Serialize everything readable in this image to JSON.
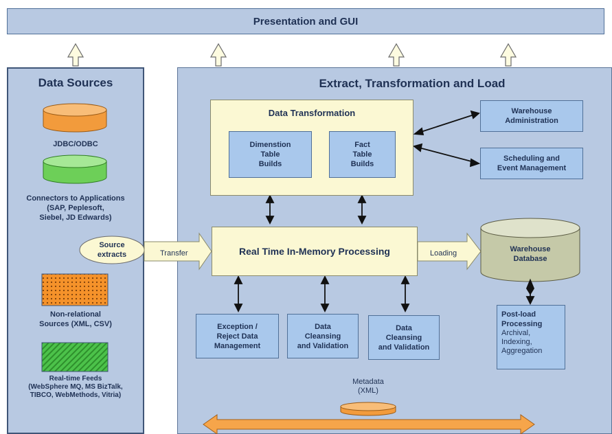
{
  "presentation": {
    "title": "Presentation and GUI"
  },
  "data_sources": {
    "title": "Data Sources",
    "jdbc": "JDBC/ODBC",
    "connectors": [
      "Connectors to Applications",
      "(SAP, Peplesoft,",
      "Siebel, JD Edwards)"
    ],
    "source_extracts": [
      "Source",
      "extracts"
    ],
    "nonrelational": [
      "Non-relational",
      "Sources (XML, CSV)"
    ],
    "realtime": [
      "Real-time Feeds",
      "(WebSphere MQ, MS BizTalk,",
      "TIBCO, WebMethods, Vitria)"
    ]
  },
  "etl": {
    "title": "Extract, Transformation and Load",
    "transfer_label": "Transfer",
    "loading_label": "Loading",
    "data_transformation": {
      "title": "Data Transformation",
      "dimension": [
        "Dimenstion",
        "Table",
        "Builds"
      ],
      "fact": [
        "Fact",
        "Table",
        "Builds"
      ]
    },
    "warehouse_admin": [
      "Warehouse",
      "Administration"
    ],
    "scheduling": [
      "Scheduling and",
      "Event Management"
    ],
    "real_time": "Real Time In-Memory Processing",
    "warehouse_db": [
      "Warehouse",
      "Database"
    ],
    "exception": [
      "Exception /",
      "Reject Data",
      "Management"
    ],
    "cleansing_1": [
      "Data",
      "Cleansing",
      "and Validation"
    ],
    "cleansing_2": [
      "Data",
      "Cleansing",
      "and Validation"
    ],
    "postload": {
      "title": [
        "Post-load",
        "Processing"
      ],
      "items": [
        "Archival,",
        "Indexing,",
        "Aggregation"
      ]
    },
    "metadata": [
      "Metadata",
      "(XML)"
    ]
  },
  "colors": {
    "panel": "#b8c9e2",
    "box_blue": "#a9c8ec",
    "transform_yellow": "#fbf8d3",
    "jdbc_orange": "#f5a24a",
    "connector_green": "#7fd66a",
    "db_gray": "#c9cdb0"
  }
}
